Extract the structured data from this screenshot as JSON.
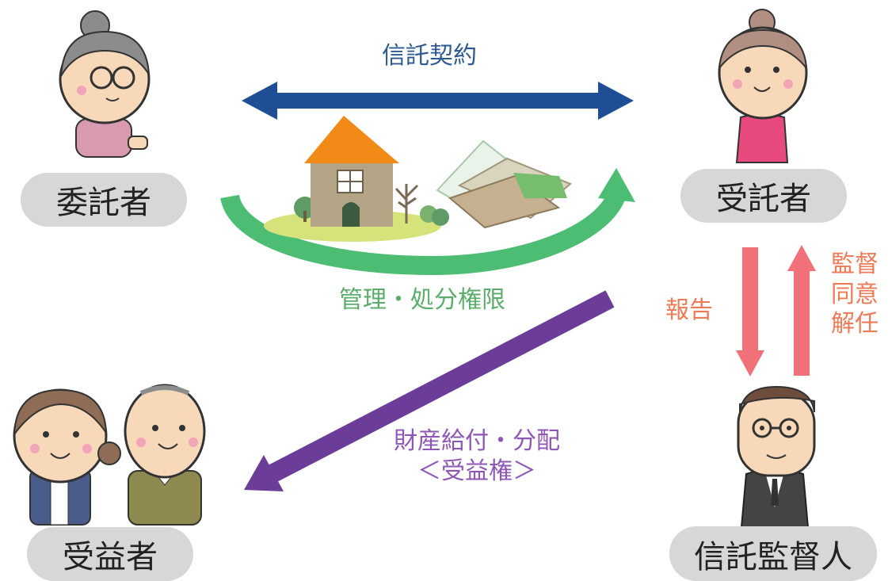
{
  "roles": {
    "settlor": "委託者",
    "trustee": "受託者",
    "beneficiary": "受益者",
    "supervisor": "信託監督人"
  },
  "arrows": {
    "contract": "信託契約",
    "management": "管理・処分権限",
    "benefit_line1": "財産給付・分配",
    "benefit_line2": "＜受益権＞",
    "report": "報告",
    "oversight_line1": "監督",
    "oversight_line2": "同意",
    "oversight_line3": "解任"
  },
  "colors": {
    "contract": "#1f4e95",
    "management": "#4dbd74",
    "management_text": "#5cad6c",
    "benefit": "#6b3d98",
    "benefit_text": "#8e56b5",
    "supervision": "#f07178",
    "supervision_text": "#ee7b57",
    "pill": "#d7d7d7"
  }
}
